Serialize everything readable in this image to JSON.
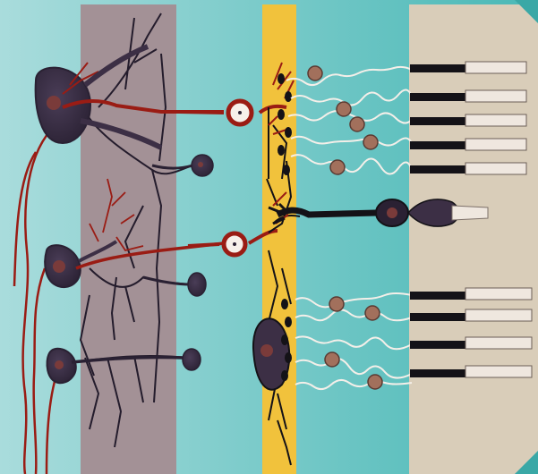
{
  "figure": {
    "subject": "retina-neuron-layers-illustration",
    "background_colors": {
      "left": "#a9dcdc",
      "right": "#49b8b6"
    },
    "bands": [
      {
        "name": "ganglion-inner-plexiform-band",
        "color": "#a39196"
      },
      {
        "name": "bipolar-band",
        "color": "#f1c23c"
      },
      {
        "name": "photoreceptor-band",
        "color": "#d9cdb9"
      }
    ],
    "cell_colors": {
      "dark_body": "#3c2f45",
      "nucleus": "#7a3b3a",
      "red_axon": "#9a1c14",
      "black_process": "#141217",
      "small_body": "#a2705c",
      "receptor_segment": "#efe7df"
    }
  }
}
